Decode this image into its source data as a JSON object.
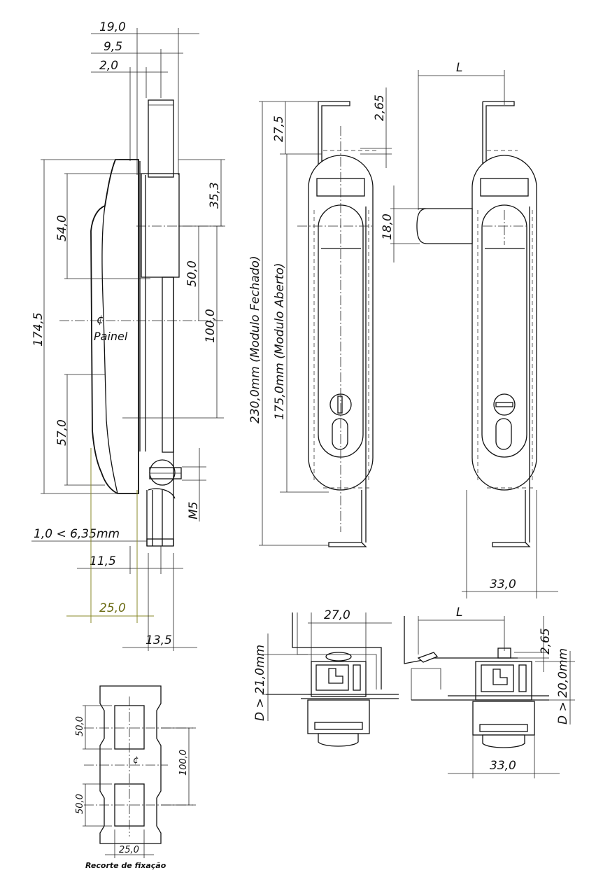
{
  "dimensions": {
    "w19": "19,0",
    "w9_5": "9,5",
    "w2": "2,0",
    "h174_5": "174,5",
    "h54": "54,0",
    "h57": "57,0",
    "h35_3": "35,3",
    "h50": "50,0",
    "h100": "100,0",
    "m5": "M5",
    "panel_thickness": "1,0 < 6,35mm",
    "w11_5": "11,5",
    "w25": "25,0",
    "w13_5": "13,5",
    "h27_5": "27,5",
    "h2_65_top": "2,65",
    "h18": "18,0",
    "L_top": "L",
    "w33_top": "33,0",
    "closed_module": "230,0mm (Modulo Fechado)",
    "open_module": "175,0mm (Modulo Aberto)",
    "w27": "27,0",
    "D21": "D > 21,0mm",
    "L_bottom": "L",
    "h2_65_bottom": "2,65",
    "D20": "D > 20,0mm",
    "w33_bottom": "33,0",
    "cut_50_top": "50,0",
    "cut_50_bottom": "50,0",
    "cut_100": "100,0",
    "cut_25": "25,0"
  },
  "labels": {
    "centerline": "¢",
    "painel": "Painel",
    "cut_centerline": "¢",
    "cutout_caption": "Recorte de fixação"
  },
  "colors": {
    "line": "#111111",
    "highlight": "#8a8a28"
  }
}
